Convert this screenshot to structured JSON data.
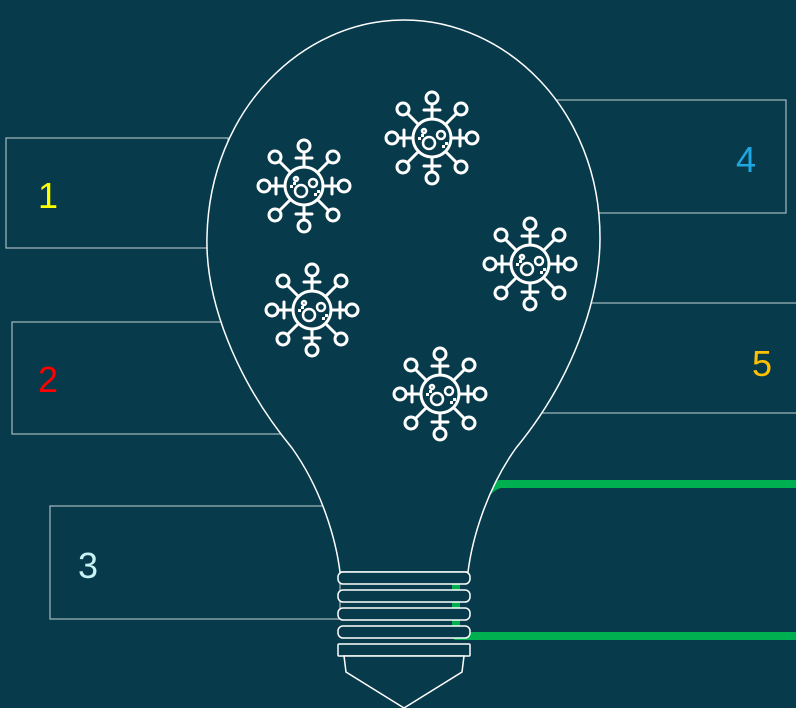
{
  "labels": [
    {
      "id": "1",
      "text": "1",
      "color": "#ffff00"
    },
    {
      "id": "2",
      "text": "2",
      "color": "#ff0000"
    },
    {
      "id": "3",
      "text": "3",
      "color": "#c9f2f5"
    },
    {
      "id": "4",
      "text": "4",
      "color": "#1ea7e1"
    },
    {
      "id": "5",
      "text": "5",
      "color": "#ffc000"
    }
  ],
  "colors": {
    "background": "#073a4b",
    "outline": "#ffffff",
    "box_border": "#a6b8be",
    "accent": "#00b050"
  },
  "icons": [
    "virus-icon",
    "virus-icon",
    "virus-icon",
    "virus-icon",
    "virus-icon"
  ]
}
